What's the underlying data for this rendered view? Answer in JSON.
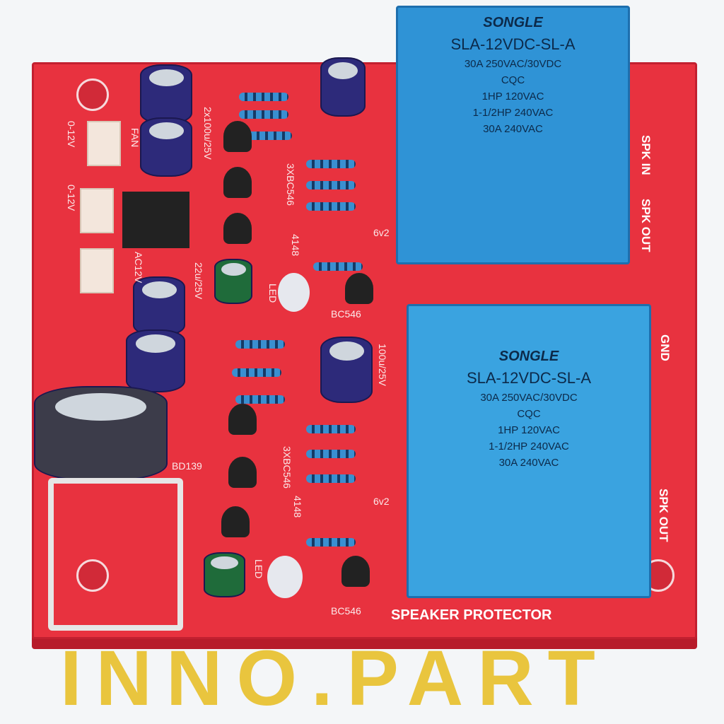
{
  "relay_top": {
    "brand": "SONGLE",
    "model": "SLA-12VDC-SL-A",
    "spec1": "30A 250VAC/30VDC",
    "cert": "CQC",
    "spec2": "1HP 120VAC",
    "spec3": "1-1/2HP 240VAC",
    "spec4": "30A 240VAC"
  },
  "relay_bottom": {
    "brand": "SONGLE",
    "model": "SLA-12VDC-SL-A",
    "spec1": "30A 250VAC/30VDC",
    "cert": "CQC",
    "spec2": "1HP 120VAC",
    "spec3": "1-1/2HP 240VAC",
    "spec4": "30A 240VAC"
  },
  "silkscreen": {
    "title": "SPEAKER PROTECTOR",
    "caps1": "2x100u/25V",
    "trans1": "3XBC546",
    "trans2": "3XBC546",
    "zener1": "6v2",
    "zener2": "6v2",
    "diode1": "4148",
    "diode2": "4148",
    "led1": "LED",
    "led2": "LED",
    "bc1": "BC546",
    "bc2": "BC546",
    "cap22": "22u/25V",
    "cap100": "100u/25V",
    "bd": "BD139",
    "fan": "FAN",
    "ac": "AC12V",
    "spk_in": "SPK IN",
    "spk_out1": "SPK OUT",
    "gnd": "GND",
    "spk_out2": "SPK OUT",
    "v12a": "0-12V",
    "v12b": "0-12V"
  },
  "watermark": "INNO.PART"
}
